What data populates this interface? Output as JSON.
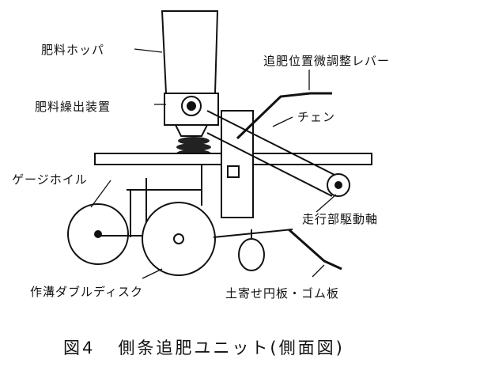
{
  "labels": {
    "hopper": "肥料ホッパ",
    "lever": "追肥位置微調整レバー",
    "feeder": "肥料繰出装置",
    "chain": "チェン",
    "gauge_wheel": "ゲージホイル",
    "drive_shaft": "走行部駆動軸",
    "double_disc": "作溝ダブルディスク",
    "covering_disc": "土寄せ円板・ゴム板"
  },
  "caption": {
    "figure_no": "図4",
    "title": "側条追肥ユニット(側面図)"
  }
}
